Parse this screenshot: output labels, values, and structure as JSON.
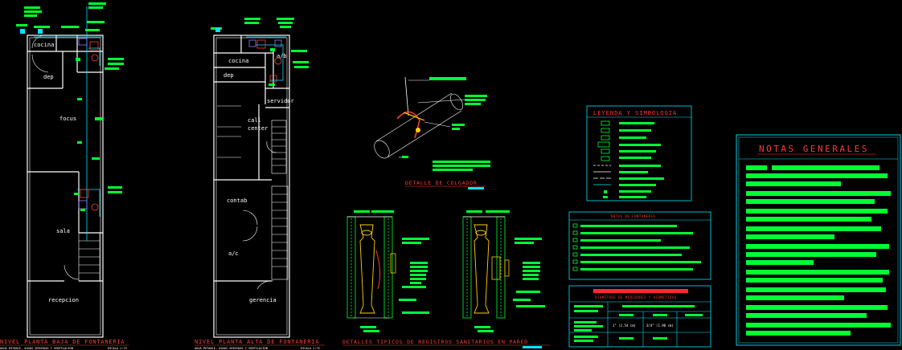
{
  "plan1": {
    "rooms": {
      "cocina": "cocina",
      "dep": "dep",
      "focus": "focus",
      "sala": "sala",
      "recepcion": "recepcion"
    },
    "title": "NIVEL PLANTA BAJA DE FONTANERIA",
    "subtitle": "AGUA POTABLE, AGUAS SERVIDAS Y VENTILACION",
    "scale": "ESCALA 1:75"
  },
  "plan2": {
    "rooms": {
      "cocina": "cocina",
      "ab": "a/b",
      "dep": "dep",
      "servidor": "servidor",
      "call": "call",
      "center": "center",
      "contab": "contab",
      "atc": "a/c",
      "gerencia": "gerencia"
    },
    "title": "NIVEL PLANTA ALTA DE FONTANERIA",
    "subtitle": "AGUA POTABLE, AGUAS SERVIDAS Y VENTILACION",
    "scale": "ESCALA 1:75"
  },
  "details": {
    "hanger_title": "DETALLE DE COLGADOR",
    "registers_title": "DETALLES TIPICOS DE REGISTROS SANITARIOS EN PARED"
  },
  "legend": {
    "title": "LEYENDA Y SIMBOLOGIA"
  },
  "notes_fontaneria": {
    "title": "NOTAS DE FONTANERIA"
  },
  "diameters": {
    "title": "DIAMETROS DE MEDIDORES Y ACOMETIDAS",
    "cells": [
      "1\" (2.54 cm)",
      "3/4\" (1.90 cm)"
    ]
  },
  "notas_generales": {
    "title": "NOTAS GENERALES"
  },
  "colors": {
    "green_text": "#00ff33",
    "wall": "#ffffff",
    "cyan": "#00e5ff",
    "red_title": "#ff3b3b",
    "yellow": "#ffd000"
  }
}
